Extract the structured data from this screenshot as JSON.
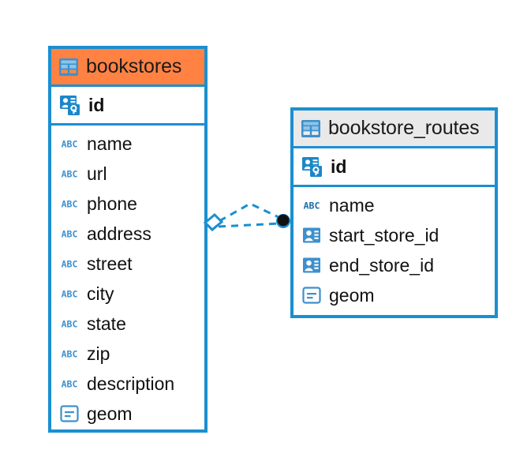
{
  "diagram": {
    "type": "entity-relationship-diagram",
    "background": "#ffffff",
    "accent_blue": "#1a8fd1",
    "header_orange": "#ff8243",
    "header_gray": "#e9e9e9"
  },
  "entities": [
    {
      "name": "bookstores",
      "header_color": "#ff8243",
      "primary_key": {
        "label": "id",
        "icon": "primary-key-icon"
      },
      "fields": [
        {
          "label": "name",
          "icon": "text-type-icon"
        },
        {
          "label": "url",
          "icon": "text-type-icon"
        },
        {
          "label": "phone",
          "icon": "text-type-icon"
        },
        {
          "label": "address",
          "icon": "text-type-icon"
        },
        {
          "label": "street",
          "icon": "text-type-icon"
        },
        {
          "label": "city",
          "icon": "text-type-icon"
        },
        {
          "label": "state",
          "icon": "text-type-icon"
        },
        {
          "label": "zip",
          "icon": "text-type-icon"
        },
        {
          "label": "description",
          "icon": "text-type-icon"
        },
        {
          "label": "geom",
          "icon": "geometry-type-icon"
        }
      ]
    },
    {
      "name": "bookstore_routes",
      "header_color": "#e9e9e9",
      "primary_key": {
        "label": "id",
        "icon": "primary-key-icon"
      },
      "fields": [
        {
          "label": "name",
          "icon": "text-type-icon"
        },
        {
          "label": "start_store_id",
          "icon": "foreign-key-icon"
        },
        {
          "label": "end_store_id",
          "icon": "foreign-key-icon"
        },
        {
          "label": "geom",
          "icon": "geometry-type-icon"
        }
      ]
    }
  ],
  "relationship": {
    "style": "dashed",
    "color": "#1a8fd1",
    "source_marker": "diamond-one-marker",
    "target_marker": "filled-circle-many-marker"
  }
}
